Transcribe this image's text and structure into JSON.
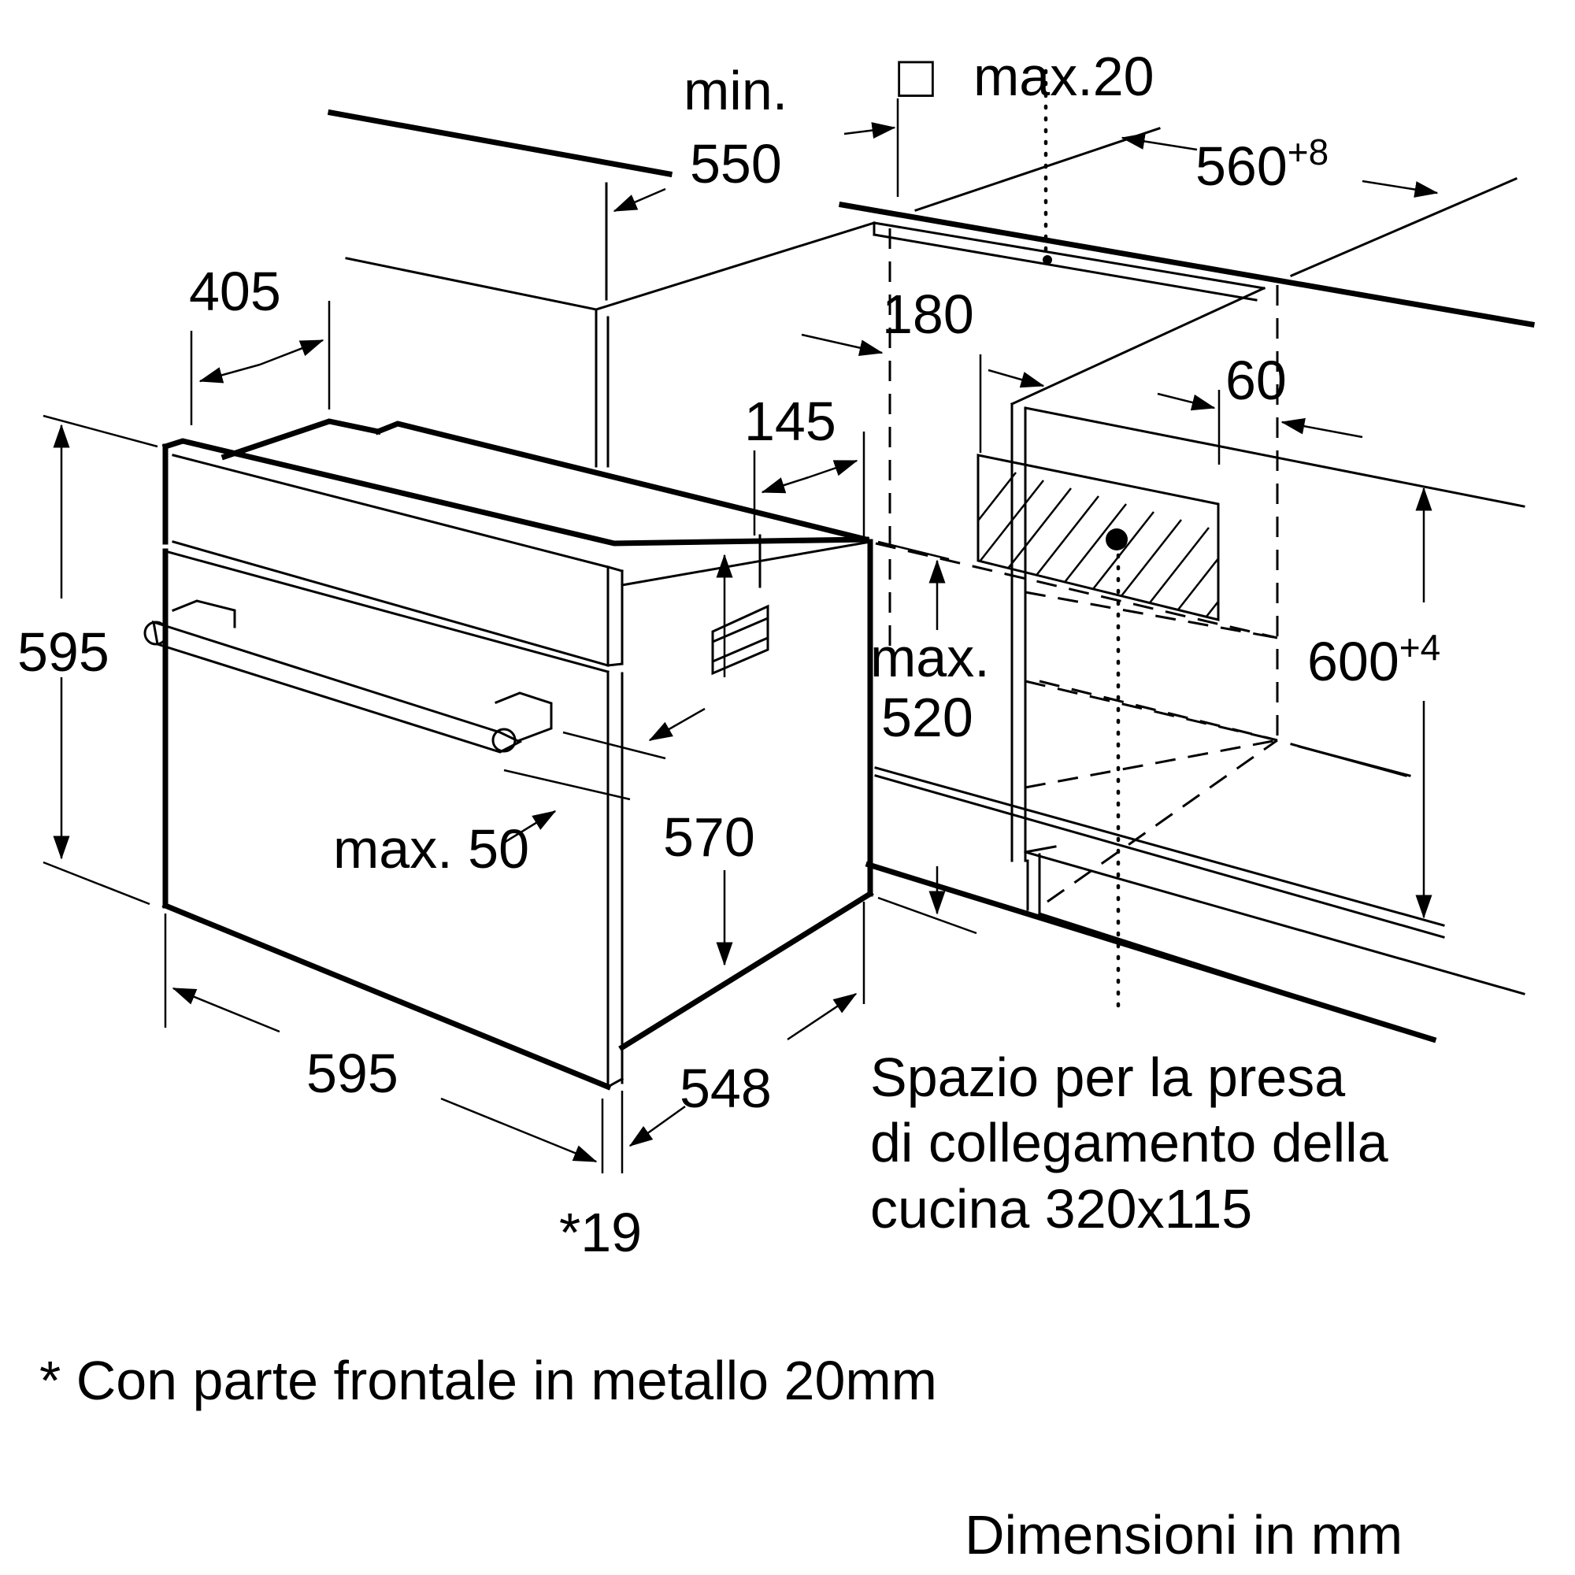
{
  "dimensions": {
    "min_label": "min.",
    "min_value": "550",
    "square_label": "□",
    "max20": "max.20",
    "w560": "560",
    "w560_tol": "+8",
    "d405": "405",
    "d180": "180",
    "d60": "60",
    "d145": "145",
    "h595_left": "595",
    "h600": "600",
    "h600_tol": "+4",
    "max_label": "max.",
    "max520": "520",
    "h570": "570",
    "max50": "max. 50",
    "w595_bottom": "595",
    "d548": "548",
    "front19": "*19"
  },
  "socket_note": {
    "line1": "Spazio per la presa",
    "line2": "di collegamento della",
    "line3": "cucina 320x115"
  },
  "footnote": "* Con parte frontale in metallo 20mm",
  "units_note": "Dimensioni in mm"
}
